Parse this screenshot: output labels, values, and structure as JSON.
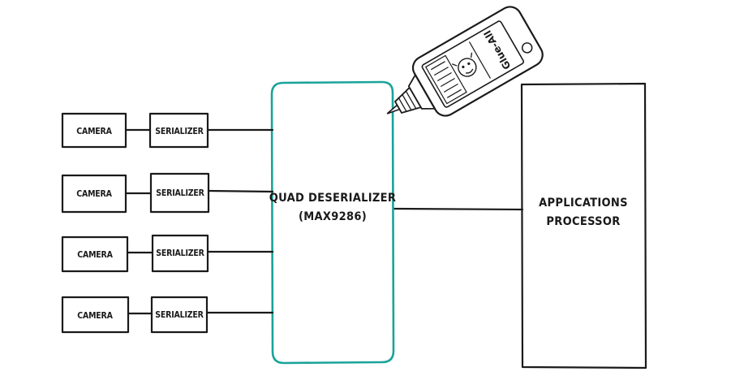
{
  "colors": {
    "deserializer_outline": "#1aa39a",
    "ink": "#1a1a1a",
    "bottle_body": "#ffffff"
  },
  "channels": [
    {
      "camera": "CAMERA",
      "serializer": "SERIALIZER"
    },
    {
      "camera": "CAMERA",
      "serializer": "SERIALIZER"
    },
    {
      "camera": "CAMERA",
      "serializer": "SERIALIZER"
    },
    {
      "camera": "CAMERA",
      "serializer": "SERIALIZER"
    }
  ],
  "deserializer": {
    "line1": "QUAD DESERIALIZER",
    "line2": "(MAX9286)"
  },
  "processor": {
    "line1": "APPLICATIONS",
    "line2": "PROCESSOR"
  },
  "glue": {
    "brand": "Glue-All",
    "icon": "glue-bottle-icon"
  }
}
